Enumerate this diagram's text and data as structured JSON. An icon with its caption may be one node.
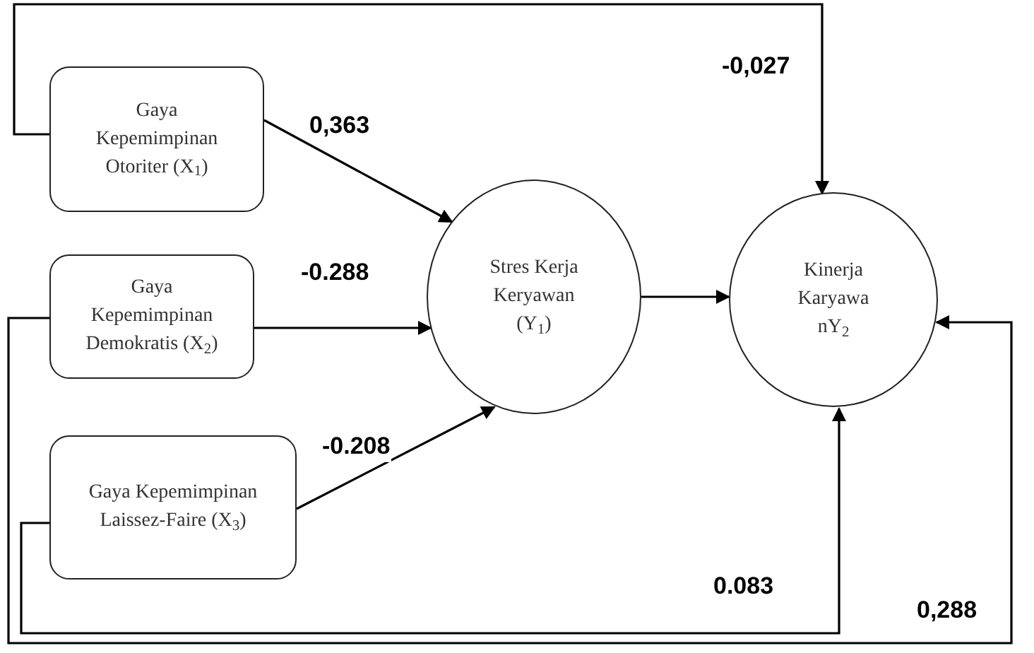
{
  "diagram": {
    "nodes": [
      {
        "text": [
          "Gaya Kepemimpinan Otoriter (X$_{1}$)"
        ]
      },
      {
        "text": [
          "Gaya Kepemimpinan Demokratis (X$_{2}$)"
        ]
      },
      {
        "text": [
          "Gaya Kepemimpinan Laissez-Faire (X$_{3}$)"
        ]
      },
      {
        "text": [
          "Stres Kerja Keryawan (Y$_{1}$)"
        ]
      },
      {
        "text": [
          "Kinerja Karyawa nY$_{2}$"
        ]
      }
    ],
    "edges": [
      {
        "from": 0,
        "to": 3,
        "arrow": "to",
        "label": "0,363"
      },
      {
        "from": 1,
        "to": 3,
        "arrow": "to",
        "label": "-0.288"
      },
      {
        "from": 2,
        "to": 3,
        "arrow": "to",
        "label": "-0.208"
      },
      {
        "from": 3,
        "to": 4,
        "arrow": "to"
      },
      {
        "from": 0,
        "to": 4,
        "arrow": "to",
        "label": "-0,027"
      },
      {
        "from": 1,
        "to": 4,
        "arrow": "to",
        "label": "0,288"
      },
      {
        "from": 2,
        "to": 4,
        "arrow": "to",
        "label": "0.083"
      }
    ]
  }
}
